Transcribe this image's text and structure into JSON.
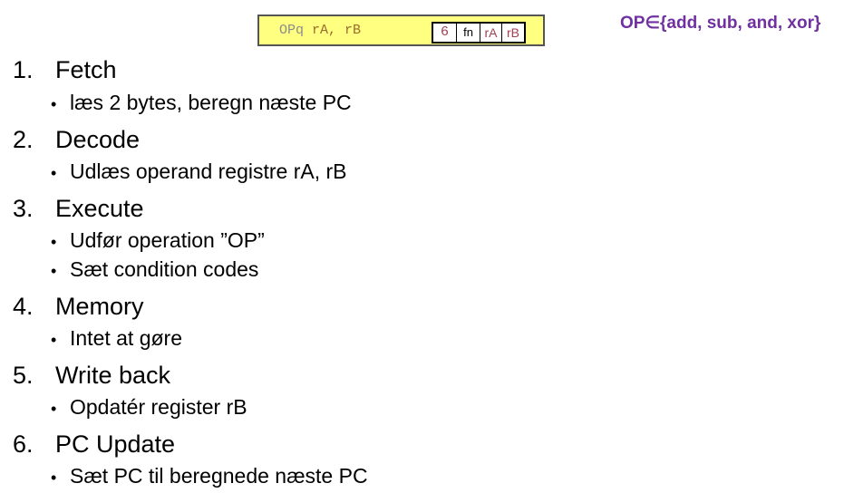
{
  "instruction": {
    "mnemonic": "OPq",
    "operands": "rA, rB",
    "fields": {
      "icode": "6",
      "ifun": "fn",
      "ra": "rA",
      "rb": "rB"
    },
    "box_color": "#ffff80"
  },
  "op_set": "OP∈{add, sub,  and, xor}",
  "op_set_color": "#7030a0",
  "stages": [
    {
      "number": "1.",
      "title": "Fetch",
      "bullets": [
        "læs 2 bytes, beregn næste PC"
      ]
    },
    {
      "number": "2.",
      "title": "Decode",
      "bullets": [
        "Udlæs operand registre rA, rB"
      ]
    },
    {
      "number": "3.",
      "title": "Execute",
      "bullets": [
        "Udfør operation ”OP”",
        "Sæt condition codes"
      ]
    },
    {
      "number": "4.",
      "title": "Memory",
      "bullets": [
        "Intet at gøre"
      ]
    },
    {
      "number": "5.",
      "title": "Write back",
      "bullets": [
        "Opdatér register rB"
      ]
    },
    {
      "number": "6.",
      "title": "PC Update",
      "bullets": [
        "Sæt PC til beregnede næste PC"
      ]
    }
  ]
}
